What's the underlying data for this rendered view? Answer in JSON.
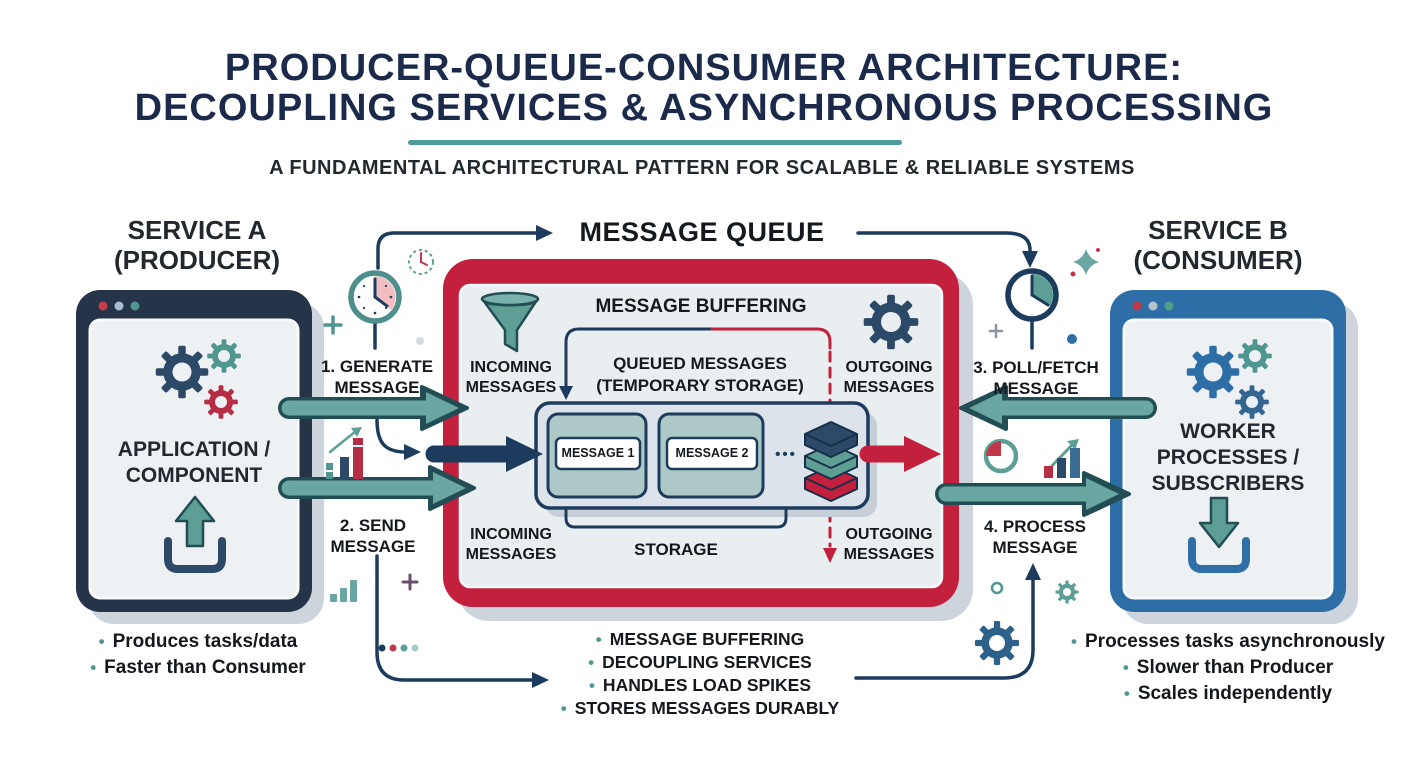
{
  "title": {
    "line1": "PRODUCER-QUEUE-CONSUMER ARCHITECTURE:",
    "line2": "DECOUPLING SERVICES & ASYNCHRONOUS PROCESSING",
    "subtitle": "A FUNDAMENTAL ARCHITECTURAL PATTERN FOR SCALABLE & RELIABLE SYSTEMS"
  },
  "producer": {
    "heading": "SERVICE A\n(PRODUCER)",
    "box_label": "APPLICATION /\nCOMPONENT",
    "points": [
      "Produces tasks/data",
      "Faster than Consumer"
    ]
  },
  "consumer": {
    "heading": "SERVICE B\n(CONSUMER)",
    "box_label": "WORKER\nPROCESSES /\nSUBSCRIBERS",
    "points": [
      "Processes tasks asynchronously",
      "Slower than Producer",
      "Scales independently"
    ]
  },
  "queue": {
    "heading": "MESSAGE QUEUE",
    "panel_title": "MESSAGE BUFFERING",
    "incoming_top": "INCOMING\nMESSAGES",
    "queued_label": "QUEUED MESSAGES\n(TEMPORARY STORAGE)",
    "outgoing_top": "OUTGOING\nMESSAGES",
    "message1": "MESSAGE 1",
    "message2": "MESSAGE 2",
    "ellipsis": "•••",
    "incoming_bottom": "INCOMING\nMESSAGES",
    "storage_label": "STORAGE",
    "outgoing_bottom": "OUTGOING\nMESSAGES",
    "benefits": [
      "MESSAGE BUFFERING",
      "DECOUPLING SERVICES",
      "HANDLES LOAD SPIKES",
      "STORES MESSAGES DURABLY"
    ]
  },
  "steps": {
    "step1": "1. GENERATE\nMESSAGE",
    "step2": "2. SEND\nMESSAGE",
    "step3": "3. POLL/FETCH\nMESSAGE",
    "step4": "4. PROCESS\nMESSAGE"
  },
  "colors": {
    "navy": "#1d3b5c",
    "dark_navy": "#263449",
    "red": "#c2203c",
    "teal": "#5d9f95",
    "blue": "#2e6ea6",
    "underline_teal": "#4e9b9b"
  }
}
